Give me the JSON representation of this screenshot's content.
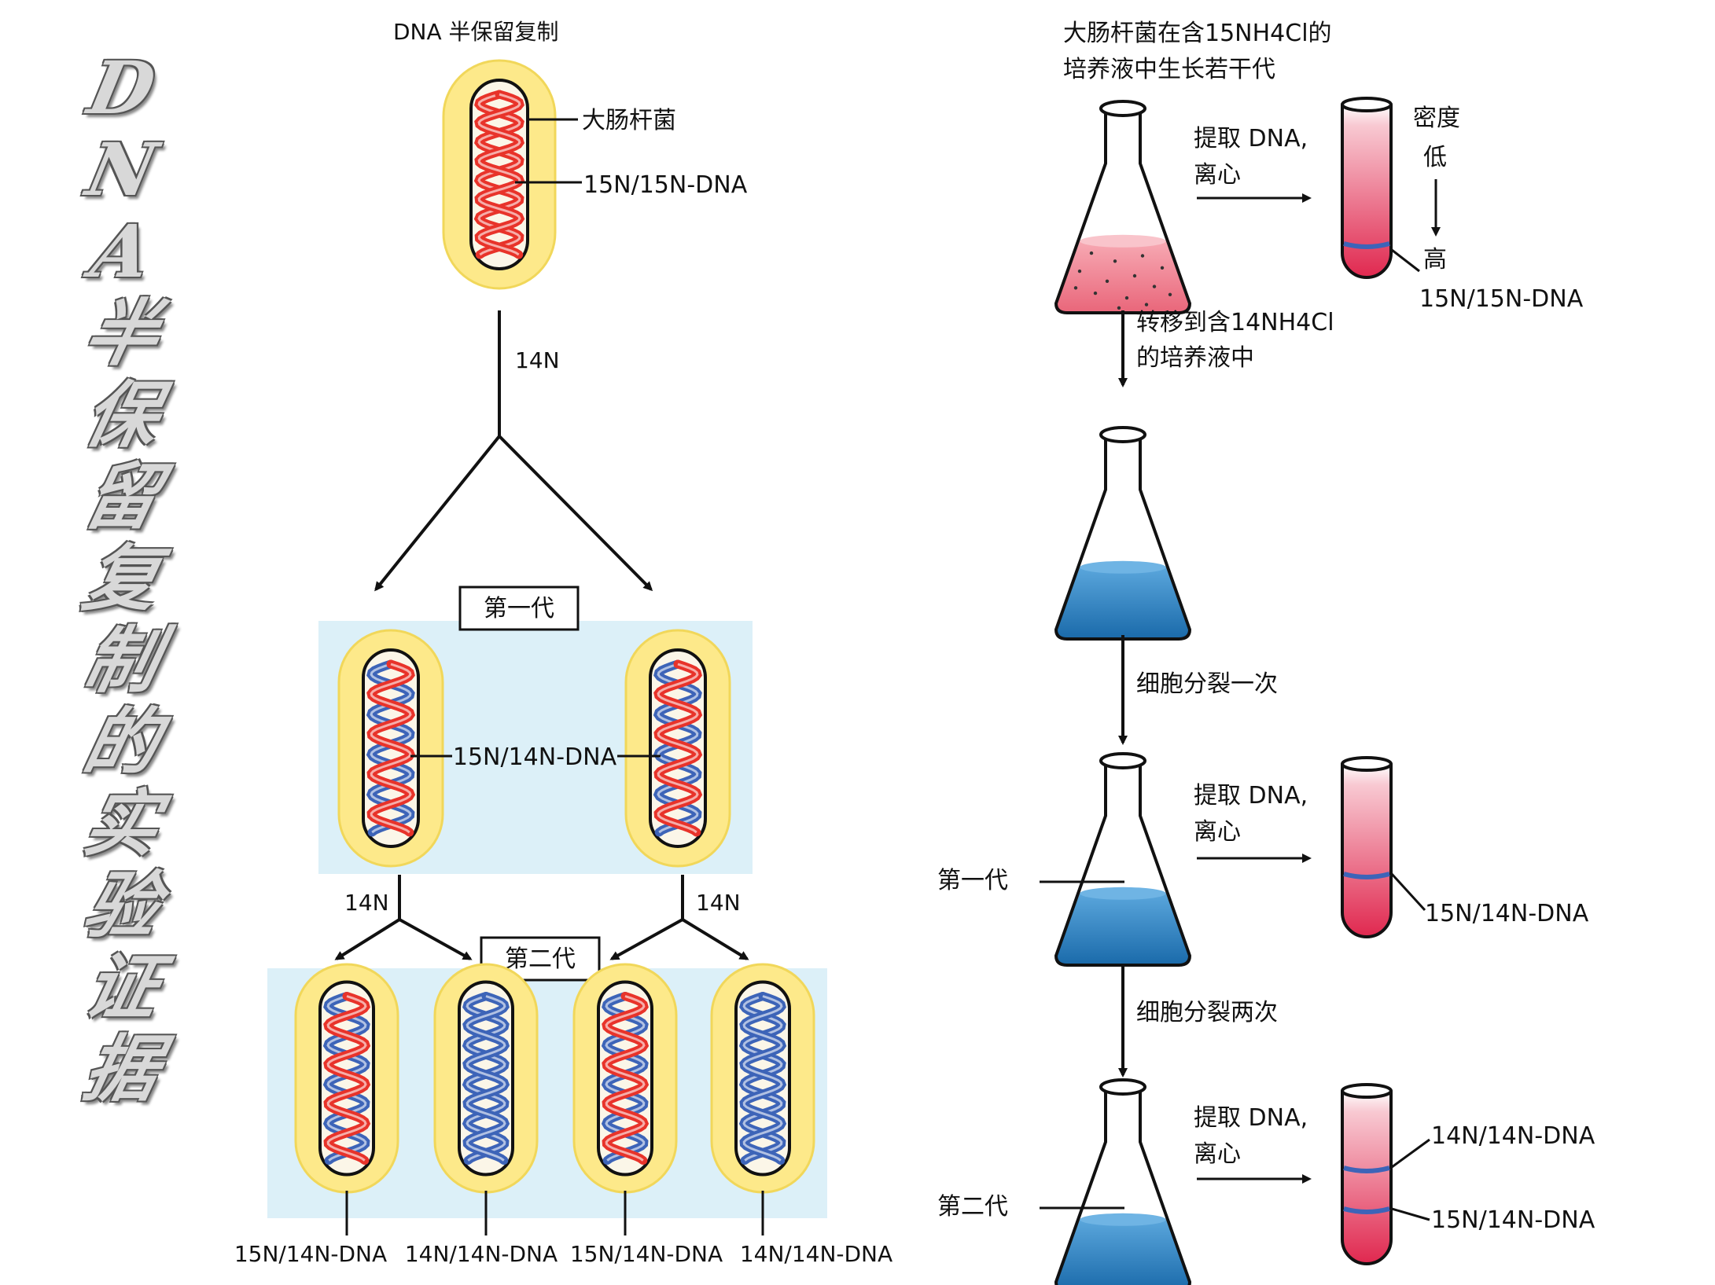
{
  "title_chars": [
    "D",
    "N",
    "A",
    "半",
    "保",
    "留",
    "复",
    "制",
    "的",
    "实",
    "验",
    "证",
    "据"
  ],
  "left": {
    "heading": "DNA 半保留复制",
    "bacterium_label": "大肠杆菌",
    "parent_dna_label": "15N/15N-DNA",
    "n14_label": "14N",
    "gen1_box": "第一代",
    "gen1_dna_label": "15N/14N-DNA",
    "gen2_box": "第二代",
    "gen2_labels": [
      "15N/14N-DNA",
      "14N/14N-DNA",
      "15N/14N-DNA",
      "14N/14N-DNA"
    ]
  },
  "right": {
    "heading_line1": "大肠杆菌在含15NH4Cl的",
    "heading_line2": "培养液中生长若干代",
    "extract_line1": "提取 DNA,",
    "extract_line2": "离心",
    "density_label": "密度",
    "density_low": "低",
    "density_high": "高",
    "tube1_band": "15N/15N-DNA",
    "transfer_line1": "转移到含14NH4Cl",
    "transfer_line2": "的培养液中",
    "divide_once": "细胞分裂一次",
    "divide_twice": "细胞分裂两次",
    "gen1_label": "第一代",
    "gen2_label": "第二代",
    "tube2_band": "15N/14N-DNA",
    "tube3_band_top": "14N/14N-DNA",
    "tube3_band_bottom": "15N/14N-DNA"
  },
  "colors": {
    "bacterium": "#fde98a",
    "bacterium_edge": "#f1d75a",
    "heavy_strand": "#e8332a",
    "light_strand": "#3d64b8",
    "generation_panel": "#dcf0f8",
    "heavy_medium": "#f08c98",
    "light_medium": "#2f86c4",
    "tube_fill": "#f6c0ca",
    "tube_dark": "#e2355a"
  }
}
